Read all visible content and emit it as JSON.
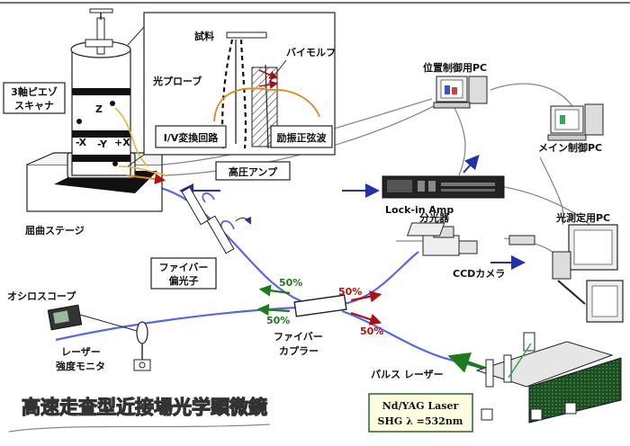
{
  "title": "高速走査型近接場光学顕微鏡",
  "labels": {
    "piezo_line1": "3軸ピエゾ",
    "piezo_line2": "スキャナ",
    "axis_z": "Z",
    "axis_mx": "-X",
    "axis_my": "-Y",
    "axis_px": "+X",
    "bend_stage": "屈曲ステージ",
    "sample": "試料",
    "bimorph": "バイモルフ",
    "probe": "光プローブ",
    "iv": "I/V変換回路",
    "excite": "励振正弦波",
    "hv_amp": "高圧アンプ",
    "pos_pc": "位置制御用PC",
    "main_pc": "メイン制御PC",
    "lockin": "Lock-in Amp",
    "spectro": "分光器",
    "ccd": "CCDカメラ",
    "opt_pc": "光測定用PC",
    "fiber_pol_line1": "ファイバー",
    "fiber_pol_line2": "偏光子",
    "oscope": "オシロスコープ",
    "monitor_line1": "レーザー",
    "monitor_line2": "強度モニタ",
    "coupler_line1": "ファイバー",
    "coupler_line2": "カプラー",
    "pulse_laser": "パルス レーザー",
    "laser_line1": "Nd/YAG Laser",
    "laser_line2": "SHG λ =532nm"
  },
  "ratios": {
    "upper_left": "50%",
    "lower_left": "50%",
    "upper_right": "50%",
    "lower_right": "50%"
  },
  "colors": {
    "fiber": "#5566ee",
    "arrow_green": "#1f7a1f",
    "arrow_red": "#b01010",
    "arrow_blue": "#2233aa",
    "probe_orange": "#e08a1e",
    "laser_green": "#1f6b2a"
  }
}
